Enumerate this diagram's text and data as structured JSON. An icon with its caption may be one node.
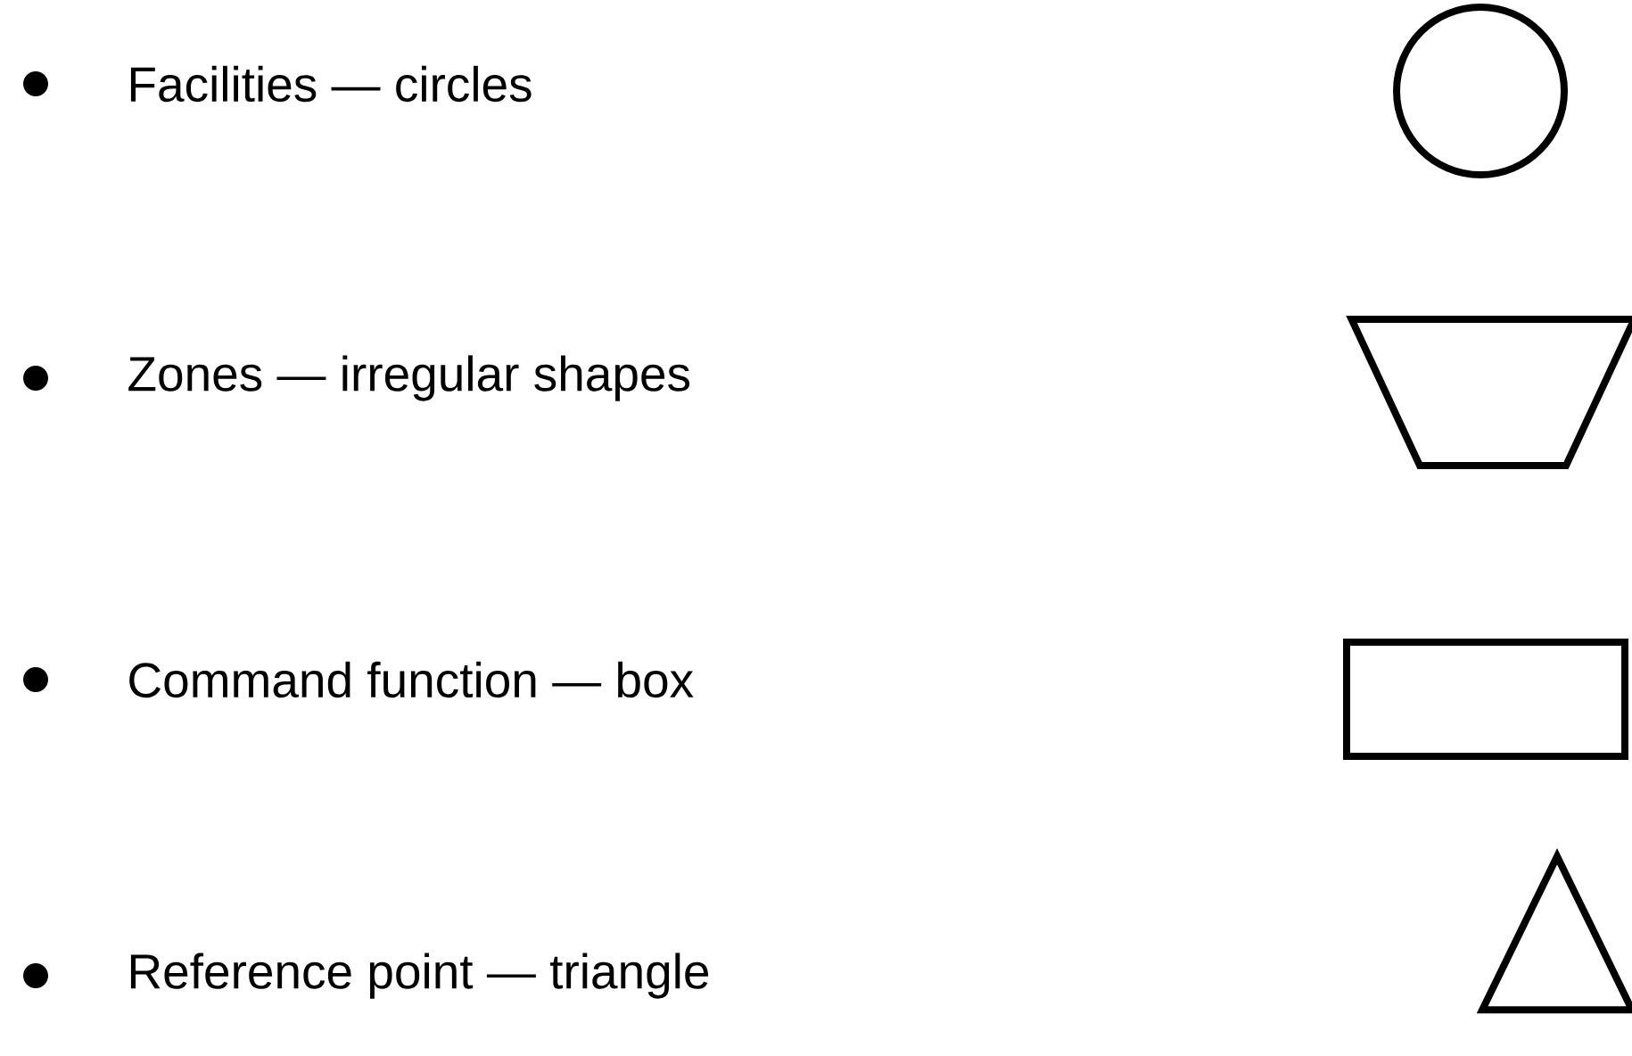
{
  "diagram": {
    "nodes": [
      {
        "text": [],
        "shape": "circle"
      },
      {
        "text": [],
        "shape": "trapezoid"
      },
      {
        "text": [],
        "shape": "box"
      },
      {
        "text": [],
        "shape": "triangle"
      }
    ],
    "legend": [
      {
        "text": "Facilities — circles"
      },
      {
        "text": "Zones — irregular shapes"
      },
      {
        "text": "Command function — box"
      },
      {
        "text": "Reference point — triangle"
      }
    ]
  }
}
